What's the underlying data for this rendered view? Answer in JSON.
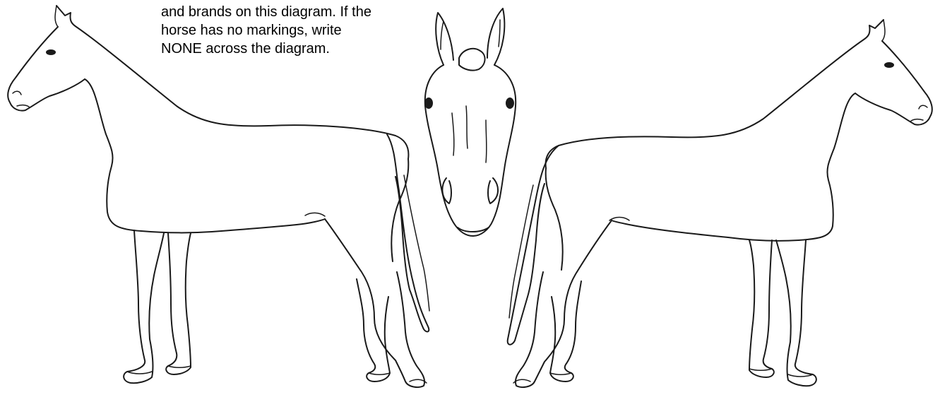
{
  "instructions": {
    "lines": [
      "and brands on this diagram. If the",
      "horse has no markings, write",
      "NONE across the diagram."
    ]
  },
  "diagram": {
    "views": [
      "left-side",
      "front-head",
      "right-side"
    ]
  }
}
